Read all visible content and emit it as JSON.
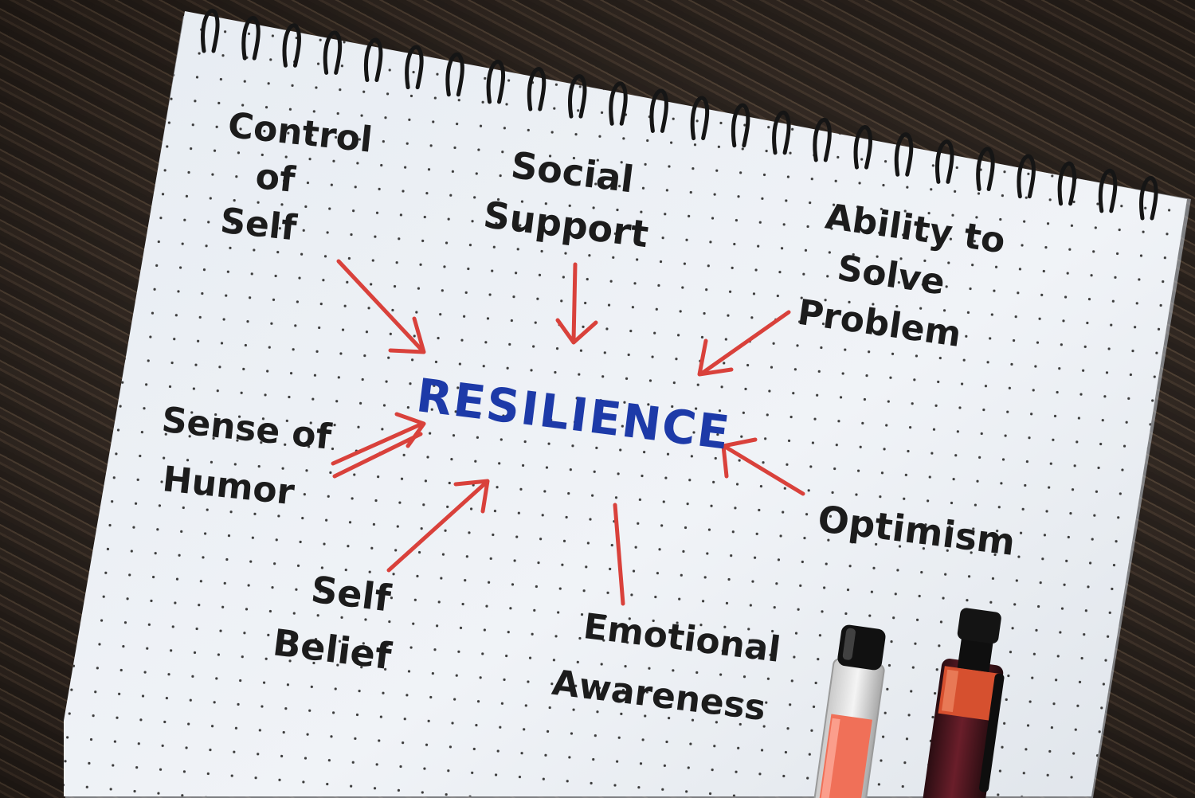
{
  "center": {
    "label": "RESILIENCE",
    "color": "#1d3aa8"
  },
  "nodes": {
    "control_of_self": {
      "line1": "Control",
      "line2": "of",
      "line3": "Self"
    },
    "social_support": {
      "line1": "Social",
      "line2": "Support"
    },
    "ability_to_solve_problem": {
      "line1": "Ability to",
      "line2": "Solve",
      "line3": "Problem"
    },
    "sense_of_humor": {
      "line1": "Sense of",
      "line2": "Humor"
    },
    "optimism": {
      "line1": "Optimism"
    },
    "self_belief": {
      "line1": "Self",
      "line2": "Belief"
    },
    "emotional_awareness": {
      "line1": "Emotional",
      "line2": "Awareness"
    }
  },
  "colors": {
    "arrow": "#d9413b",
    "ink": "#1c1c1c",
    "paper": "#eef1f5",
    "wood": "#3b2f27"
  },
  "icons": {
    "notebook": "spiral-notebook",
    "marker_left": "orange-marker-icon",
    "marker_right": "dark-red-marker-icon"
  }
}
